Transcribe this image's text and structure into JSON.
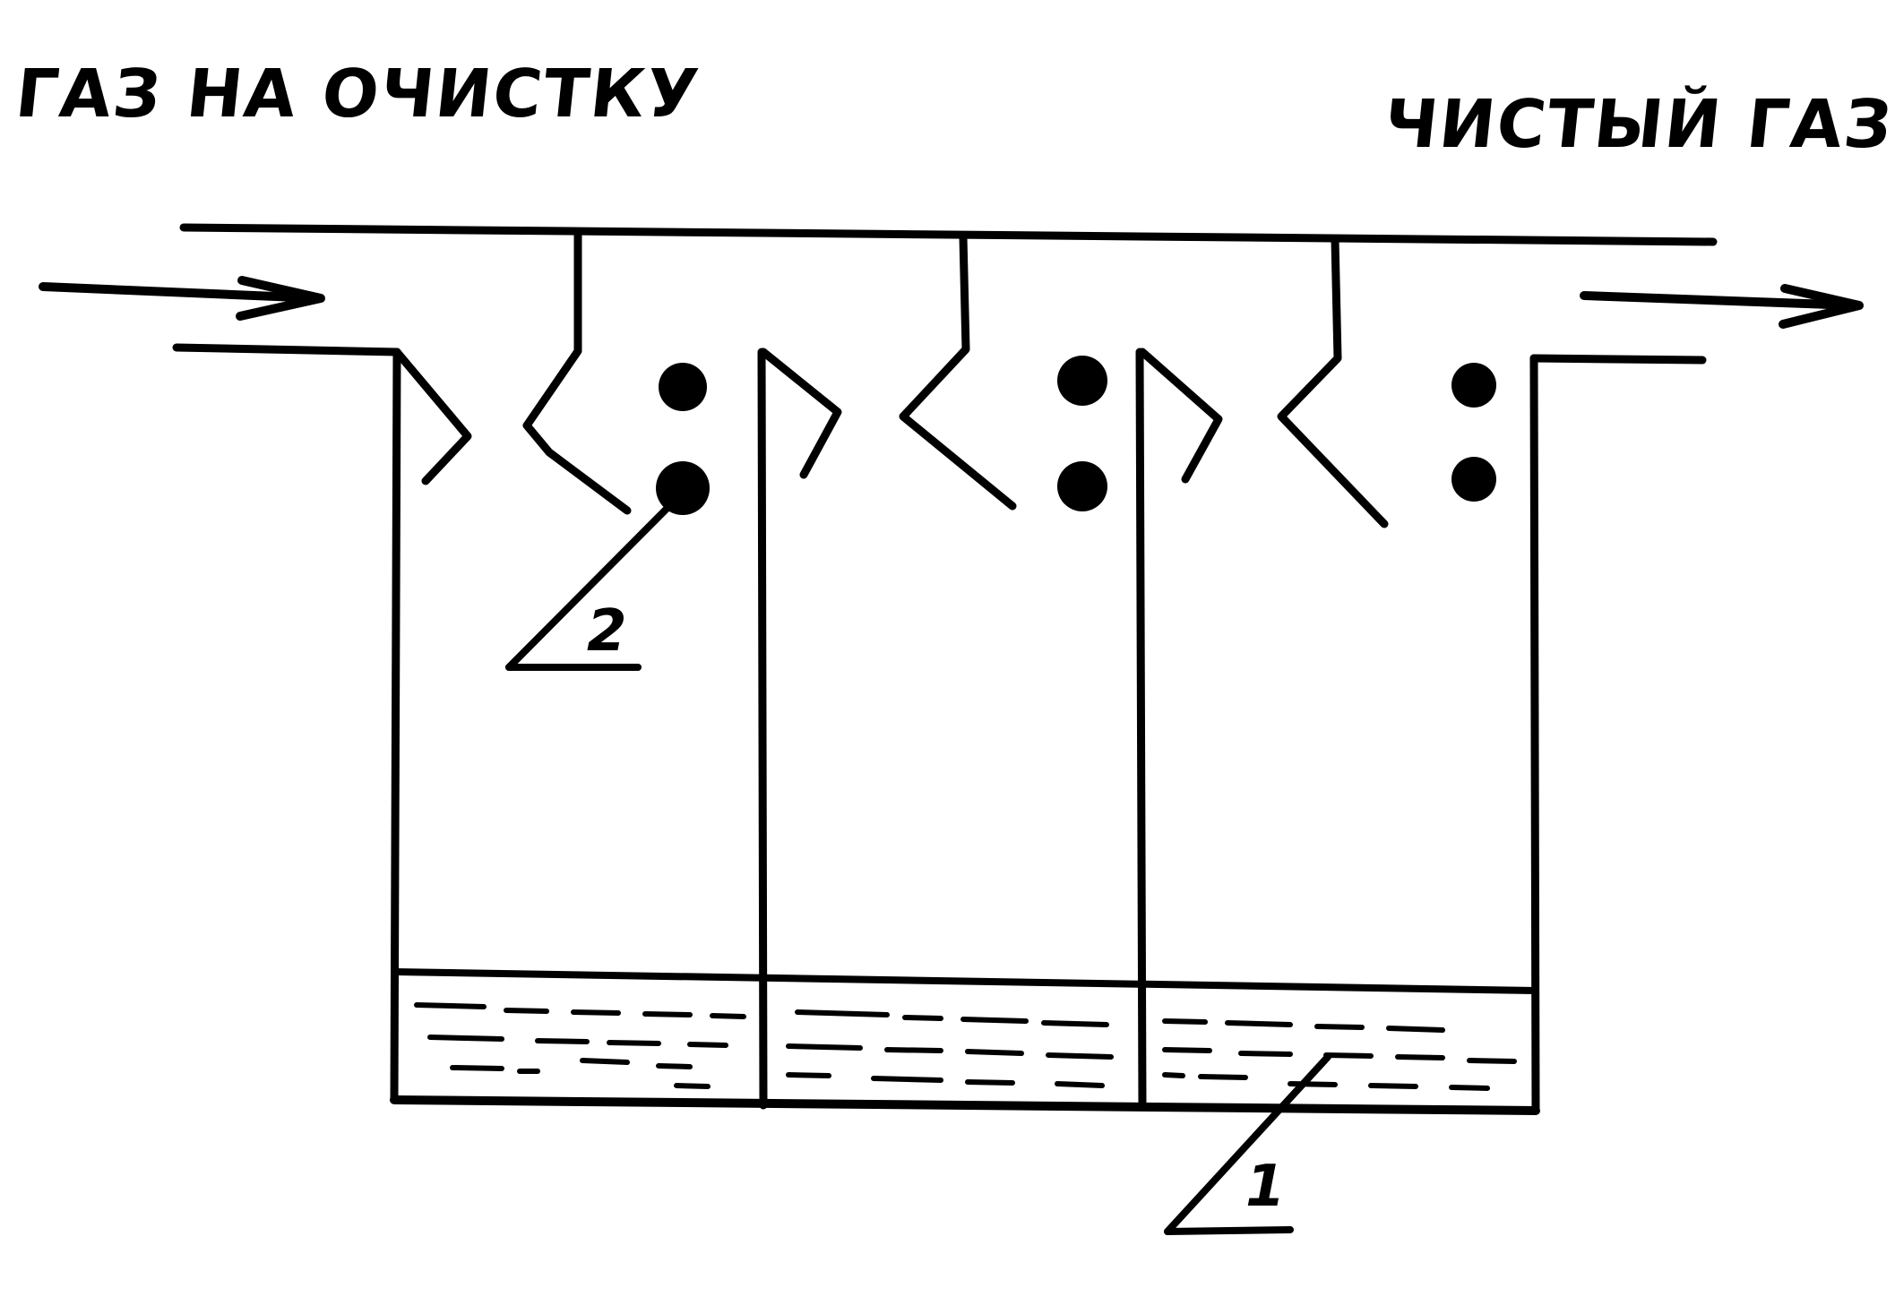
{
  "labels": {
    "inlet": "ГАЗ НА ОЧИСТКУ",
    "outlet": "ЧИСТЫЙ ГАЗ"
  },
  "callouts": {
    "callout_2": "2",
    "callout_1": "1"
  },
  "colors": {
    "ink": "#000000",
    "background": "#ffffff"
  }
}
